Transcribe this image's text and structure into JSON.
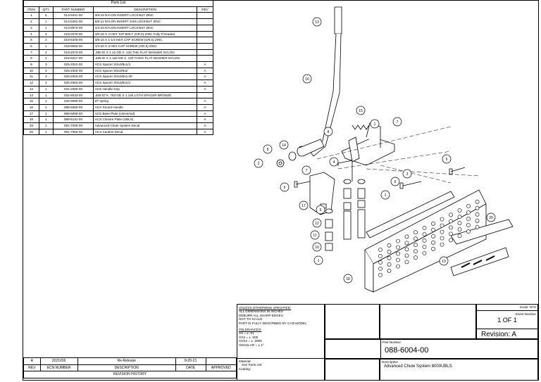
{
  "parts_list": {
    "title": "Parts List",
    "headers": [
      "ITEM",
      "QTY",
      "PART NUMBER",
      "DESCRIPTION",
      "REV"
    ],
    "rows": [
      [
        "1",
        "5",
        "013-5041-00",
        "3/8-16 NYLON INSERT LOCKNUT ZINC",
        ""
      ],
      [
        "2",
        "1",
        "013-5301-00",
        "5/8-11 NYLON INSERT JAM LOCKNUT  ZINC",
        ""
      ],
      [
        "3",
        "1",
        "013-8073-00",
        "1/4-20 NYLON INSERT LOCKNUT  ZINC",
        ""
      ],
      [
        "4",
        "3",
        "018-2070-00",
        "3/8-16 X 4 HEX TAP BOLT (GR.5) ZINC Fully Threaded",
        ""
      ],
      [
        "5",
        "2",
        "018-5340-00",
        "3/8-16 X 1-1/4 HEX CAP SCREW  (GR.5) ZINC",
        ""
      ],
      [
        "6",
        "1",
        "018-8053-00",
        "1/4-20 X 3 HEX CAP SCREW (GR.5) ZINC",
        ""
      ],
      [
        "7",
        "2",
        "019-2073-00",
        ".390 ID X 1.12 OD X .125 THK FLAT WASHER  NYLON",
        ""
      ],
      [
        "8",
        "2",
        "019-6017-00",
        ".635 ID X 1.120 OD X .140 THICK FLAT WASHER  NYLON",
        ""
      ],
      [
        "9",
        "3",
        "025-2001-00",
        "ACS Spacer 3/4x3/8x1/4",
        "A"
      ],
      [
        "10",
        "3",
        "025-2002-00",
        "ACS Spacer 3/4x3/8x2",
        "A"
      ],
      [
        "11",
        "3",
        "025-2003-00",
        "ACS Spacer 3/4x3/8x1.00",
        "A"
      ],
      [
        "12",
        "3",
        "025-2004-00",
        "ACS Spacer 3/4x3/8x1/2",
        "A"
      ],
      [
        "13",
        "1",
        "031-2050-00",
        "ACS Handle Grip",
        "A"
      ],
      [
        "14",
        "1",
        "032-8033-00",
        ".628 ID X .753 OD X 1.125 LGTH SPACER BRONZE",
        ""
      ],
      [
        "15",
        "1",
        "034-9000-00",
        "ZT spring",
        "A"
      ],
      [
        "16",
        "1",
        "088-5050-00",
        "ACS Round Handle",
        "A"
      ],
      [
        "17",
        "1",
        "088-5060-00",
        "ACS Base Plate (Universal)",
        "A"
      ],
      [
        "18",
        "1",
        "088-6131-00",
        "ACS Closure Plate (UBLS)",
        "A"
      ],
      [
        "19",
        "1",
        "091-7000-00",
        "Advanced Chute System Decal",
        "A"
      ],
      [
        "20",
        "1",
        "091-7050-00",
        "ACS Caution Decal",
        "A"
      ]
    ]
  },
  "revision_history": {
    "row": [
      "A",
      "2021036",
      "Re-Release",
      "8-20-21",
      ""
    ],
    "headers": [
      "REV",
      "ECN NUMBER",
      "DESCRIPTION",
      "DATE",
      "APPROVED"
    ],
    "title": "REVISION HISTORY"
  },
  "title_block": {
    "notes": [
      "UNLESS OTHERWISE SPECIFIED:",
      "ALL DIMENSIONS IN INCHES",
      "DEBURR ALL SHARP EDGES",
      "NOT TO SCALE",
      "PART IS FULLY DESCRIBED BY CAD MODEL"
    ],
    "tolerances_label": "TOLERANCES:",
    "tolerances": [
      "XX  = ± .01",
      "XXX = ± .005",
      "XXXX = ± .0005",
      "ANGULAR = ± 1°"
    ],
    "material_label": "Material:",
    "material_value": "See Parts List",
    "coating_label": "Coating:",
    "scale": "Scale: NTS",
    "sheet_label": "Sheet Number",
    "sheet_value": "1 OF 1",
    "revision": "Revision: A",
    "part_number_label": "Part Number",
    "part_number": "088-6004-00",
    "description_label": "Description",
    "description": "Advanced Chute System 6000UBLS"
  },
  "balloons": [
    "1",
    "2",
    "3",
    "4",
    "5",
    "6",
    "7",
    "8",
    "9",
    "10",
    "11",
    "12",
    "13",
    "14",
    "15",
    "16",
    "17",
    "18",
    "19",
    "20"
  ]
}
